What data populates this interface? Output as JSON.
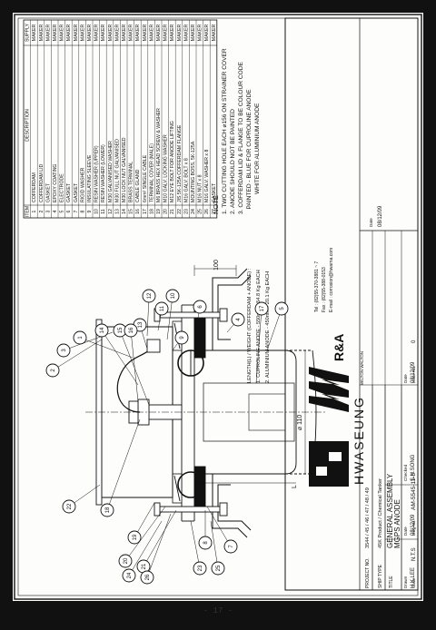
{
  "page_number": "- 17 -",
  "parts_table": {
    "headers": {
      "item": "ITEM",
      "description": "DESCRIPTION",
      "supply": "SUPPLY"
    },
    "rows": [
      {
        "item": "1",
        "description": "COFFERDAM",
        "supply": "MAKER"
      },
      {
        "item": "2",
        "description": "COFFERDAM LID",
        "supply": "MAKER"
      },
      {
        "item": "3",
        "description": "GASKET",
        "supply": "MAKER"
      },
      {
        "item": "4",
        "description": "EPOXY COATING",
        "supply": "MAKER"
      },
      {
        "item": "5",
        "description": "ELECTRODE",
        "supply": "MAKER"
      },
      {
        "item": "6",
        "description": "GASKET",
        "supply": "MAKER"
      },
      {
        "item": "7",
        "description": "GASKET",
        "supply": "MAKER"
      },
      {
        "item": "8",
        "description": "RIGID WASHER",
        "supply": "MAKER"
      },
      {
        "item": "9",
        "description": "INSULATING SLEEVE",
        "supply": "MAKER"
      },
      {
        "item": "10",
        "description": "RESIN WASHER (UPPER)",
        "supply": "MAKER"
      },
      {
        "item": "11",
        "description": "RESIN WASHER (LOWER)",
        "supply": "MAKER"
      },
      {
        "item": "12",
        "description": "M30 GALVANISED WASHER",
        "supply": "MAKER"
      },
      {
        "item": "13",
        "description": "M30 FULL NUT GALVANISED",
        "supply": "MAKER"
      },
      {
        "item": "14",
        "description": "M30 LOCK NUT GALVANISED",
        "supply": "MAKER"
      },
      {
        "item": "15",
        "description": "BRASS TERMINAL",
        "supply": "MAKER"
      },
      {
        "item": "16",
        "description": "CABLE GLAND",
        "supply": "MAKER"
      },
      {
        "item": "17",
        "description": "6mm² SINGLE CABLE",
        "supply": "MAKER"
      },
      {
        "item": "18",
        "description": "TERMINAL COVER (MALE)",
        "supply": "MAKER"
      },
      {
        "item": "19",
        "description": "M6 BRASS HEX HEAD SCREW & WASHER",
        "supply": "MAKER"
      },
      {
        "item": "20",
        "description": "M10 GALV. LOCKING WASHER",
        "supply": "MAKER"
      },
      {
        "item": "21",
        "description": "M12 EYE BOLT FOR ANODE LIFTING",
        "supply": "MAKER"
      },
      {
        "item": "22",
        "description": "JIS 5K-125A COFFERDAM FLANGE",
        "supply": "MAKER"
      },
      {
        "item": "23",
        "description": "M16 GALV. BOLT x 8",
        "supply": "MAKER"
      },
      {
        "item": "24",
        "description": "MOUNTING BOSS, 5K-125A",
        "supply": "MAKER"
      },
      {
        "item": "25",
        "description": "M16 NUT x 8",
        "supply": "MAKER"
      },
      {
        "item": "26",
        "description": "M16 GALV. WASHER x 8",
        "supply": "MAKER"
      },
      {
        "item": "27",
        "description": "GASKET",
        "supply": "MAKER"
      }
    ]
  },
  "notes": {
    "heading": "NOTE",
    "lines": [
      "1. TWO CUTTING HOLE EACH ⌀156 ON STRAINER COVER",
      "2. ANODE SHOULD NOT BE PAINTED",
      "3. COFFERDAM LID & FLANGE TO BE COLOUR CODE",
      "   PAINTED - BLUE FOR CUPROLINE ANODE",
      "            WHITE FOR ALUMINIUM ANODE"
    ]
  },
  "length_weight": {
    "heading": "LENGTH(L) / WEIGHT (COFFERDAM + ANODE) :",
    "lines": [
      "1. CUPROLINE ANODE - 550mm / 54.8 Kg EACH",
      "2. ALUMINIUM ANODE - 450mm / 20.1 Kg EACH"
    ]
  },
  "company": {
    "name": "HWASEUNG",
    "subtitle": "R&A",
    "tagline": "WILTON WALTON",
    "tel": "Tel : (82)55-370-3881 ~ 7",
    "fax": "Fax : (82)55-388-0153",
    "email": "E-mail : corrosion@hwarna.com",
    "accent": "#111111"
  },
  "title_block": {
    "project_no_label": "PROJECT NO.",
    "project_no": "3544 / 45 / 46 / 47 / 48 / 49",
    "ship_type_label": "SHIP TYPE",
    "ship_type": "45K Product / Chemical Tanker",
    "title_label": "TITLE",
    "title_line1": "GENERAL ASSEMBLY",
    "title_line2": "MGPS ANODE",
    "drawn_label": "Drawn",
    "drawn": "H.K.LEE",
    "checked_label": "Checked",
    "checked": "S.H.SONG",
    "date_label": "Date",
    "date_drawn": "08/12/09",
    "date_checked": "08/12/09",
    "date": "08/12/09",
    "dwg_no_label": "Dwg No.",
    "dwg_no": "AM-5545-11-5",
    "scale_label": "Scale",
    "scale": "N.T.S",
    "issue_label": "Issue No.",
    "issue": "0"
  },
  "dimensions": {
    "offset": "100",
    "diameter": "⌀ 110",
    "length": "L"
  },
  "balloons": [
    "1",
    "2",
    "3",
    "4",
    "5",
    "6",
    "7",
    "8",
    "9",
    "10",
    "11",
    "12",
    "13",
    "14",
    "15",
    "16",
    "17",
    "18",
    "19",
    "20",
    "21",
    "22",
    "23",
    "24",
    "25",
    "26"
  ]
}
